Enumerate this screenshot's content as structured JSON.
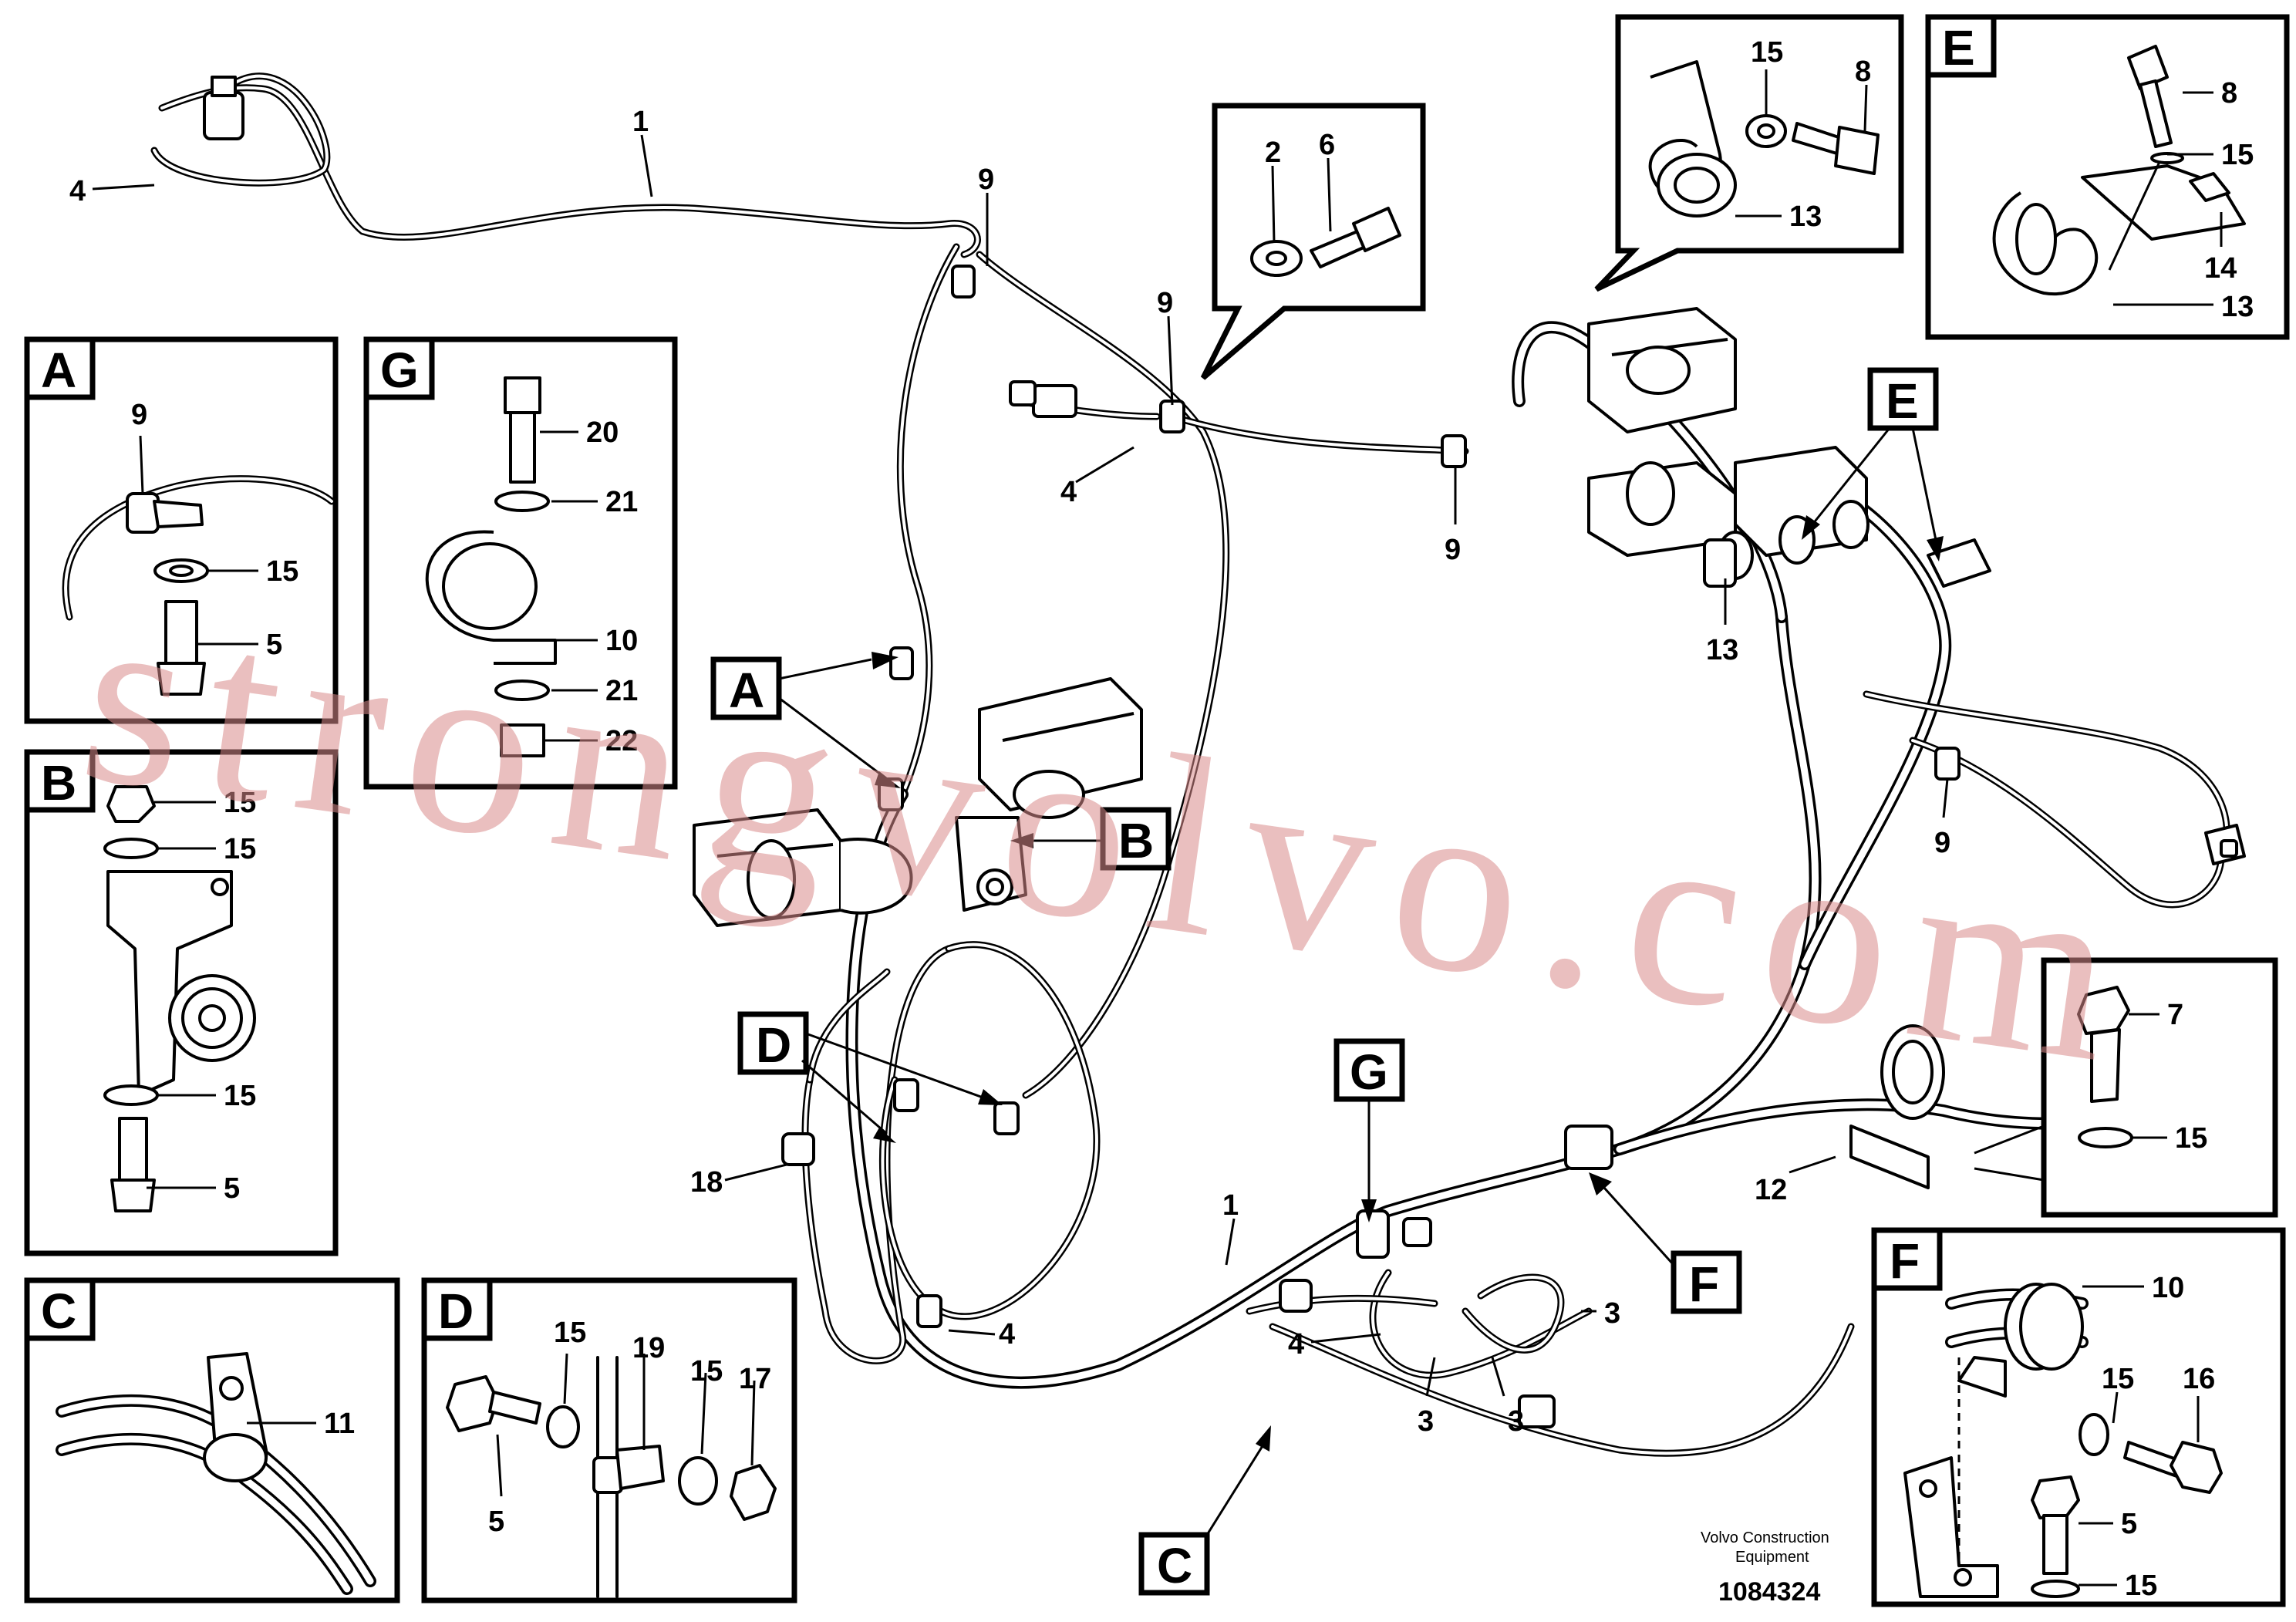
{
  "callouts": {
    "main_1_top": "1",
    "main_1_bottom": "1",
    "main_4_left": "4",
    "main_4_mid": "4",
    "main_4_loop": "4",
    "main_4_right": "4",
    "main_9_a": "9",
    "main_9_b": "9",
    "main_9_c": "9",
    "main_9_d": "9",
    "main_13": "13",
    "main_18": "18",
    "main_12": "12",
    "main_3_a": "3",
    "main_3_b": "3",
    "main_3_c": "3",
    "inset_top_2": "2",
    "inset_top_6": "6",
    "inset_topr_15": "15",
    "inset_topr_8": "8",
    "inset_topr_13": "13",
    "A_9": "9",
    "A_15": "15",
    "A_5": "5",
    "G_20": "20",
    "G_21a": "21",
    "G_10": "10",
    "G_21b": "21",
    "G_22": "22",
    "B_15a": "15",
    "B_15b": "15",
    "B_15c": "15",
    "B_5": "5",
    "C_11": "11",
    "D_15a": "15",
    "D_19": "19",
    "D_15b": "15",
    "D_17": "17",
    "D_5": "5",
    "E_8": "8",
    "E_15": "15",
    "E_14": "14",
    "E_13": "13",
    "R_7": "7",
    "R_15": "15",
    "F_10": "10",
    "F_15a": "15",
    "F_16": "16",
    "F_5": "5",
    "F_15b": "15"
  },
  "section_tags": {
    "A": "A",
    "B": "B",
    "C": "C",
    "D": "D",
    "E": "E",
    "F": "F",
    "G": "G"
  },
  "footer": {
    "credit_line1": "Volvo Construction",
    "credit_line2": "Equipment",
    "drawing_number": "1084324"
  },
  "watermark": "strongvolvo.com"
}
